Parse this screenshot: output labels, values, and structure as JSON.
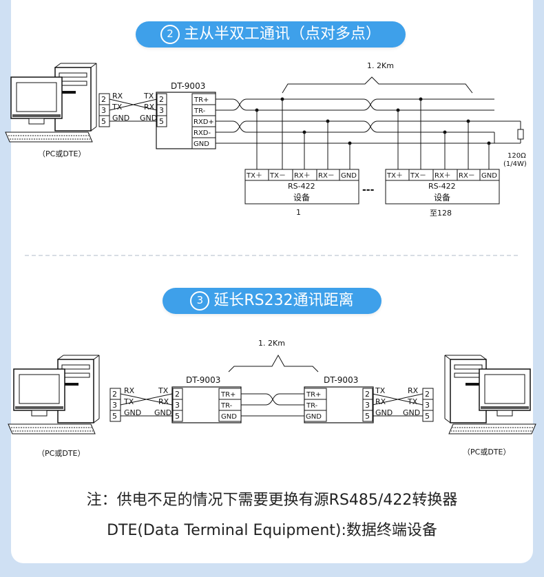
{
  "section2": {
    "num": "2",
    "title": "主从半双工通讯（点对多点）",
    "distance": "1. 2Km",
    "pc_label": "（PC或DTE）",
    "pc_pins": [
      "2",
      "3",
      "5"
    ],
    "pc_sigs": [
      "RX",
      "TX",
      "GND"
    ],
    "conv_name": "DT-9003",
    "conv_sigs": [
      "TX",
      "RX",
      "GND"
    ],
    "conv_pins": [
      "2",
      "3",
      "5"
    ],
    "conv_ports": [
      "TR+",
      "TR-",
      "RXD+",
      "RXD-",
      "GND"
    ],
    "resistor_val": "120Ω",
    "resistor_pw": "(1/4W)",
    "dev_ports": [
      "TX＋",
      "TX－",
      "RX＋",
      "RX－",
      "GND"
    ],
    "dev_type": "RS-422",
    "dev_name": "设备",
    "dev1_num": "1",
    "dev2_num": "至128",
    "dots": "---"
  },
  "section3": {
    "num": "3",
    "title": "延长RS232通讯距离",
    "distance": "1. 2Km",
    "pc_label_left": "（PC或DTE）",
    "pc_label_right": "（PC或DTE）",
    "left_pc_pins": [
      "2",
      "3",
      "5"
    ],
    "left_pc_sigs": [
      "RX",
      "TX",
      "GND"
    ],
    "left_conv_sigs": [
      "TX",
      "RX",
      "GND"
    ],
    "left_conv_pins": [
      "2",
      "3",
      "5"
    ],
    "left_conv_name": "DT-9003",
    "left_ports": [
      "TR+",
      "TR-",
      "GND"
    ],
    "right_conv_name": "DT-9003",
    "right_ports": [
      "TR+",
      "TR-",
      "GND"
    ],
    "right_conv_pins": [
      "2",
      "3",
      "5"
    ],
    "right_conv_sigs": [
      "TX",
      "RX",
      "GND"
    ],
    "right_pc_sigs": [
      "RX",
      "TX",
      "GND"
    ],
    "right_pc_pins": [
      "2",
      "3",
      "5"
    ]
  },
  "notes": {
    "line1": "注：供电不足的情况下需要更换有源RS485/422转换器",
    "line2": "DTE(Data Terminal Equipment):数据终端设备"
  }
}
